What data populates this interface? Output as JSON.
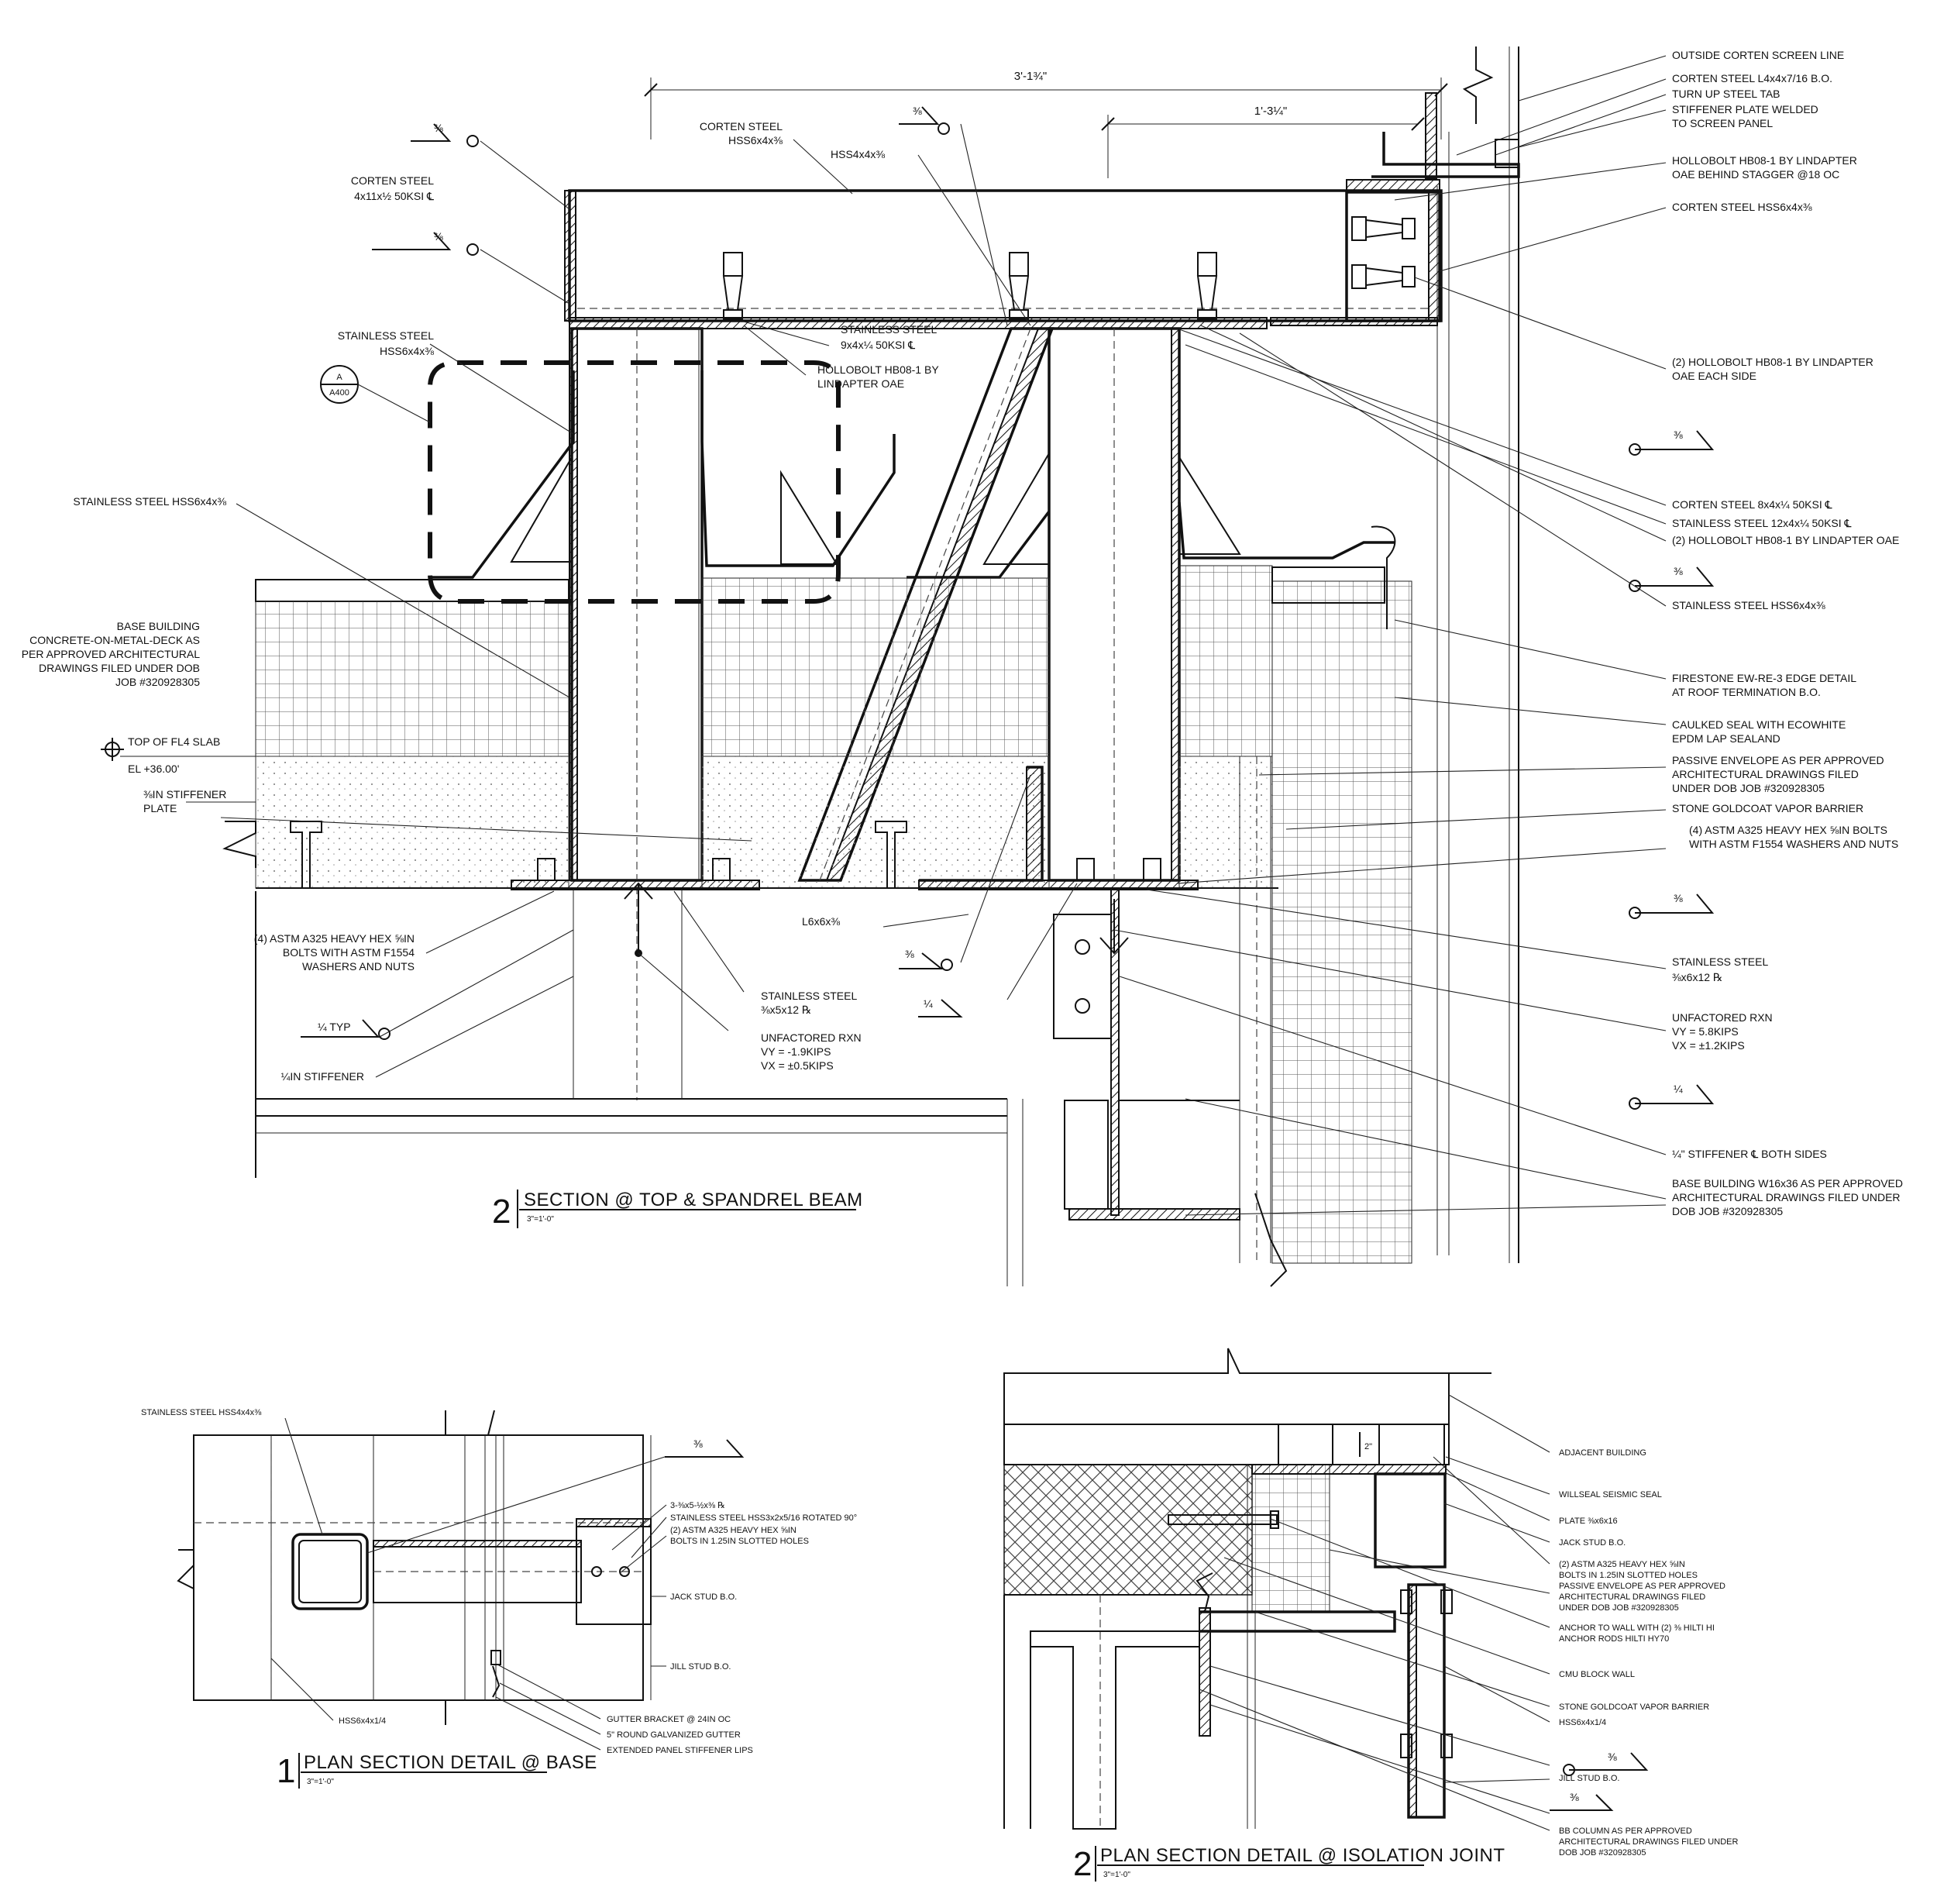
{
  "section_top": {
    "title_number": "2",
    "title": "SECTION @ TOP & SPANDREL BEAM",
    "scale": "3\"=1'-0\"",
    "dim_overall": "3'-1¾\"",
    "dim_partial": "1'-3¼\"",
    "section_tag_letter": "A",
    "section_tag_sheet": "A400",
    "level_name": "TOP OF FL4 SLAB",
    "level_elev": "EL +36.00'",
    "weld_symbols": [
      "⅜",
      "⅜",
      "⅜",
      "⅜",
      "⅜",
      "⅜",
      "⅜",
      "¼",
      "¼",
      "¼ TYP"
    ],
    "left_labels": [
      "CORTEN STEEL",
      "4x11x½ 50KSI ℄",
      "STAINLESS STEEL",
      "HSS6x4x⅜",
      "STAINLESS STEEL HSS6x4x⅜",
      "BASE BUILDING",
      "CONCRETE-ON-METAL-DECK AS",
      "PER APPROVED ARCHITECTURAL",
      "DRAWINGS  FILED UNDER DOB",
      "JOB #320928305",
      "⅜IN STIFFENER",
      "PLATE",
      "(4) ASTM A325 HEAVY HEX ⅝IN",
      "BOLTS WITH ASTM F1554",
      "WASHERS AND NUTS",
      "¼IN STIFFENER"
    ],
    "mid_labels": [
      "CORTEN STEEL",
      "HSS6x4x⅜",
      "HSS4x4x⅜",
      "STAINLESS STEEL",
      "9x4x¼ 50KSI ℄",
      "HOLLOBOLT HB08-1 BY",
      "LINDAPTER OAE",
      "L6x6x⅜",
      "STAINLESS STEEL",
      "⅜x5x12 ℞",
      "UNFACTORED RXN",
      "VY = -1.9KIPS",
      "VX = ±0.5KIPS"
    ],
    "right_labels": [
      "OUTSIDE CORTEN SCREEN LINE",
      "CORTEN STEEL L4x4x7/16 B.O.",
      "TURN UP STEEL TAB",
      "STIFFENER PLATE WELDED",
      "TO SCREEN PANEL",
      "HOLLOBOLT HB08-1 BY LINDAPTER",
      "OAE BEHIND STAGGER @18 OC",
      "CORTEN STEEL HSS6x4x⅜",
      "(2) HOLLOBOLT HB08-1 BY LINDAPTER",
      "OAE EACH SIDE",
      "CORTEN STEEL 8x4x¼ 50KSI ℄",
      "STAINLESS STEEL 12x4x¼ 50KSI ℄",
      "(2) HOLLOBOLT HB08-1 BY LINDAPTER OAE",
      "STAINLESS STEEL HSS6x4x⅜",
      "FIRESTONE EW-RE-3 EDGE DETAIL",
      "AT ROOF TERMINATION  B.O.",
      "CAULKED SEAL WITH ECOWHITE",
      "EPDM LAP SEALAND",
      "PASSIVE ENVELOPE AS PER APPROVED",
      "ARCHITECTURAL DRAWINGS FILED",
      "UNDER DOB JOB #320928305",
      "STONE GOLDCOAT VAPOR BARRIER",
      "(4) ASTM A325 HEAVY HEX ⅝IN BOLTS",
      "WITH ASTM F1554 WASHERS AND NUTS",
      "STAINLESS STEEL",
      "⅜x6x12 ℞",
      "UNFACTORED RXN",
      "VY = 5.8KIPS",
      "VX = ±1.2KIPS",
      "¼\" STIFFENER  ℄  BOTH SIDES",
      "BASE BUILDING W16x36 AS PER APPROVED",
      "ARCHITECTURAL DRAWINGS FILED UNDER",
      "DOB JOB #320928305"
    ]
  },
  "plan_base": {
    "title_number": "1",
    "title": "PLAN SECTION DETAIL @ BASE",
    "scale": "3\"=1'-0\"",
    "weld_symbol": "⅜",
    "labels": [
      "STAINLESS STEEL HSS4x4x⅜",
      "3-⅜x5-½x⅜ ℞",
      "STAINLESS STEEL HSS3x2x5/16 ROTATED 90°",
      "(2) ASTM A325 HEAVY HEX ⅝IN",
      "BOLTS IN 1.25IN SLOTTED HOLES",
      "JACK STUD B.O.",
      "JILL STUD B.O.",
      "HSS6x4x1/4",
      "GUTTER BRACKET @ 24IN OC",
      "5\" ROUND GALVANIZED GUTTER",
      "EXTENDED PANEL STIFFENER LIPS"
    ]
  },
  "plan_joint": {
    "title_number": "2",
    "title": "PLAN SECTION DETAIL @ ISOLATION JOINT",
    "scale": "3\"=1'-0\"",
    "gap_dim": "2\"",
    "weld_symbols": [
      "⅜",
      "⅜"
    ],
    "labels": [
      "ADJACENT BUILDING",
      "WILLSEAL SEISMIC SEAL",
      "PLATE ⅜x6x16",
      "JACK STUD B.O.",
      "(2) ASTM A325 HEAVY HEX ⅝IN",
      "BOLTS IN 1.25IN SLOTTED HOLES",
      "PASSIVE ENVELOPE AS PER APPROVED",
      "ARCHITECTURAL DRAWINGS FILED",
      "UNDER DOB JOB #320928305",
      "ANCHOR TO WALL WITH (2) ⅜ HILTI HI",
      "ANCHOR RODS HILTI HY70",
      "CMU BLOCK WALL",
      "STONE GOLDCOAT VAPOR BARRIER",
      "HSS6x4x1/4",
      "JILL STUD B.O.",
      "BB COLUMN AS PER APPROVED",
      "ARCHITECTURAL DRAWINGS FILED UNDER",
      "DOB JOB #320928305"
    ]
  }
}
